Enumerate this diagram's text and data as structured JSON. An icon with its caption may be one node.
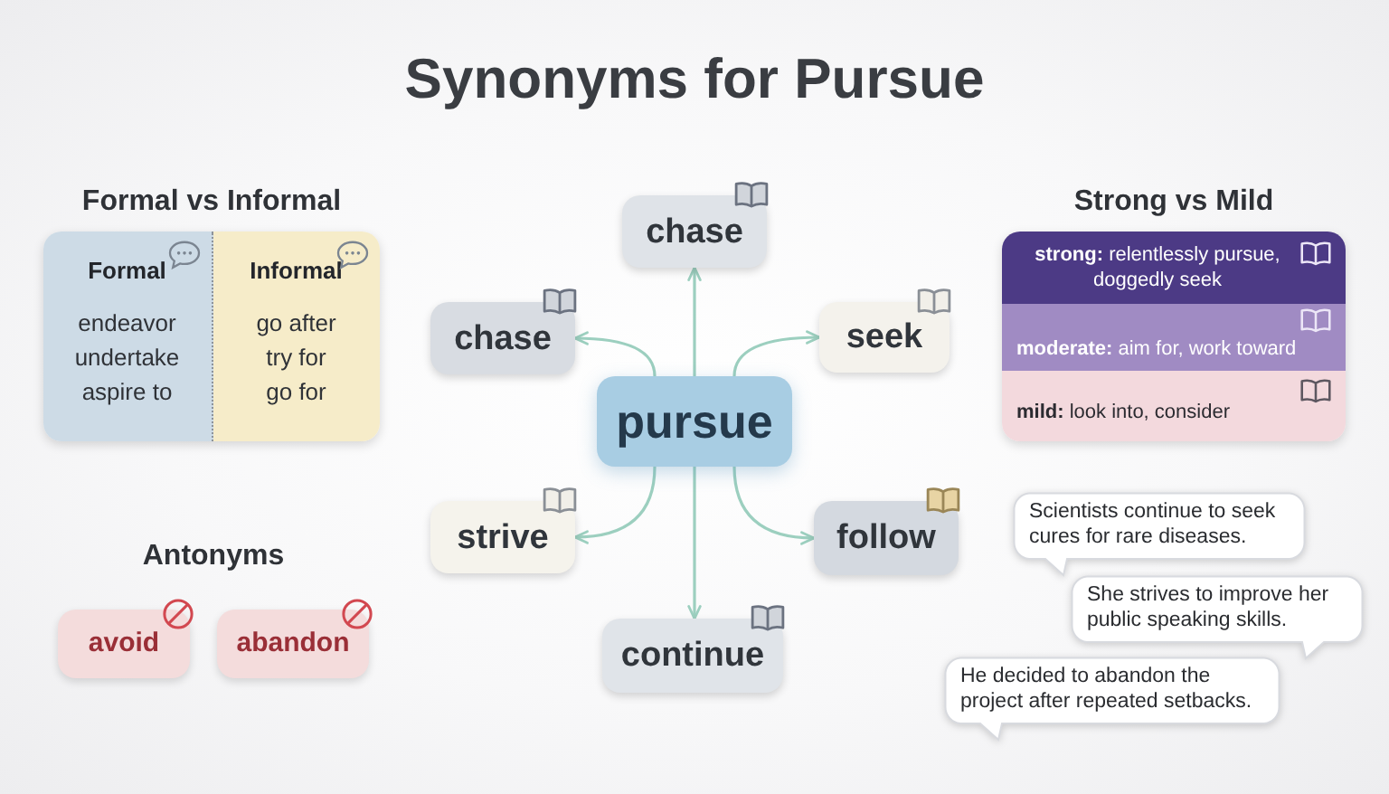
{
  "diagram": {
    "title": "Synonyms for Pursue",
    "nodes": [
      {
        "text": [
          "pursue"
        ]
      },
      {
        "text": [
          "chase"
        ]
      },
      {
        "text": [
          "chase"
        ]
      },
      {
        "text": [
          "seek"
        ]
      },
      {
        "text": [
          "strive"
        ]
      },
      {
        "text": [
          "follow"
        ]
      },
      {
        "text": [
          "continue"
        ]
      },
      {
        "text": [
          "Formal vs Informal"
        ]
      },
      {
        "text": [
          "Formal",
          "endeavor",
          "undertake",
          "aspire to"
        ],
        "in": 7
      },
      {
        "text": [
          "Informal",
          "go after",
          "try for",
          "go for"
        ],
        "in": 7
      },
      {
        "text": [
          "Strong vs Mild"
        ]
      },
      {
        "text": [
          "**strong:** relentlessly pursue, doggedly seek"
        ],
        "in": 10
      },
      {
        "text": [
          "**moderate:** aim for, work toward"
        ],
        "in": 10
      },
      {
        "text": [
          "**mild:** look into, consider"
        ],
        "in": 10
      },
      {
        "text": [
          "avoid"
        ]
      },
      {
        "text": [
          "abandon"
        ]
      },
      {
        "text": [
          "Scientists continue to seek cures for rare diseases."
        ]
      },
      {
        "text": [
          "She strives to improve her public speaking skills."
        ]
      },
      {
        "text": [
          "He decided to abandon the project after repeated setbacks."
        ]
      }
    ],
    "edges": [
      {
        "from": 0,
        "to": 1,
        "arrow": "to"
      },
      {
        "from": 0,
        "to": 2,
        "arrow": "to"
      },
      {
        "from": 0,
        "to": 3,
        "arrow": "to"
      },
      {
        "from": 0,
        "to": 4,
        "arrow": "to"
      },
      {
        "from": 0,
        "to": 5,
        "arrow": "to"
      },
      {
        "from": 0,
        "to": 6,
        "arrow": "to"
      }
    ],
    "labels": [
      "Antonyms"
    ]
  }
}
